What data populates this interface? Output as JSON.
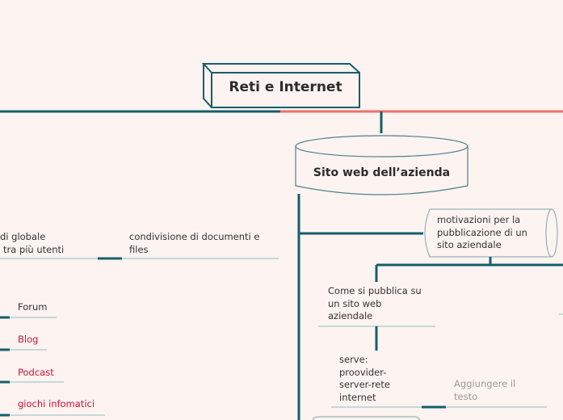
{
  "colors": {
    "background": "#fdf3f1",
    "branch": "#145f6a",
    "accent_line": "#f07068",
    "underline": "#a9c7cb",
    "red_text": "#d0103a"
  },
  "root": {
    "title": "Reti e Internet"
  },
  "main_topic": {
    "title": "Sito web dell’azienda"
  },
  "motivation": {
    "lines": [
      "motivazioni per la",
      "pubblicazione di un",
      "sito aziendale"
    ]
  },
  "publish": {
    "lines": [
      "Come si pubblica su",
      "un sito  web",
      "aziendale"
    ]
  },
  "serve": {
    "lines": [
      "serve:",
      "proovider-",
      "server-rete",
      "internet"
    ]
  },
  "placeholder": {
    "lines": [
      "Aggiungere il",
      "testo"
    ]
  },
  "left": {
    "global": {
      "lines": [
        "di globale",
        "tra più utenti"
      ]
    },
    "sharing": {
      "lines": [
        "condivisione di documenti e",
        "files"
      ]
    },
    "items": [
      "Forum",
      "Blog",
      "Podcast",
      "giochi infomatici"
    ]
  }
}
